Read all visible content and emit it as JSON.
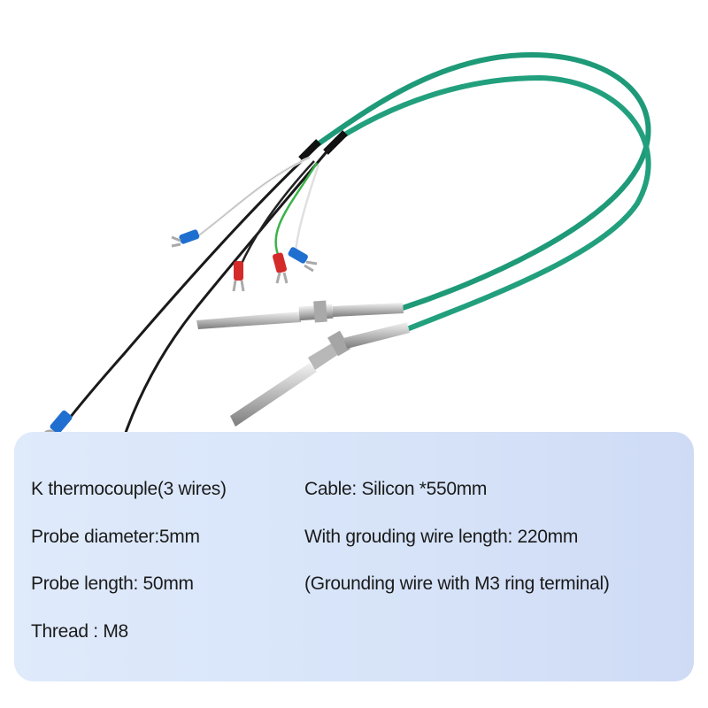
{
  "specs": {
    "left": [
      "K thermocouple(3 wires)",
      "Probe diameter:5mm",
      "Probe length: 50mm",
      "Thread : M8"
    ],
    "right": [
      "Cable: Silicon *550mm",
      "With grouding wire length: 220mm",
      "(Grounding wire with M3 ring terminal)"
    ]
  },
  "colors": {
    "cable": "#1e9a78",
    "panel": "#d8e5f9",
    "terminal_blue": "#1f6fd0",
    "terminal_red": "#d42a2a"
  }
}
